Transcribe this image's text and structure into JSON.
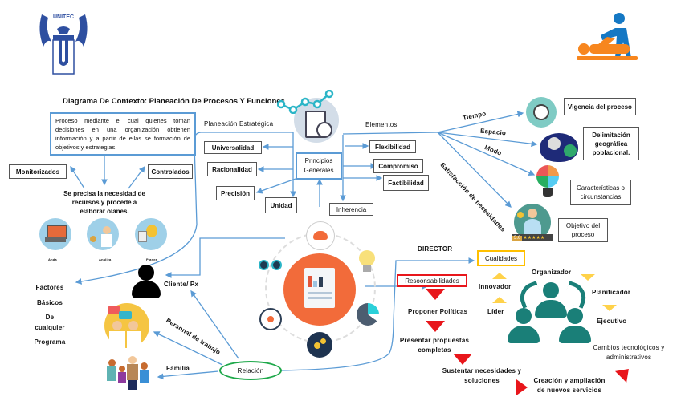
{
  "title": "Diagrama De Contexto: Planeación De Procesos Y Funciones",
  "logo": {
    "text": "UNITEC"
  },
  "definition": "Proceso mediante el cual  quienes toman decisiones en una organización obtienen información y a partir de ellas se formación de objetivos y estrategias.",
  "left_branch": {
    "monitorizados": "Monitorizados",
    "controlados": "Controlados",
    "need_text": "Se precisa la necesidad de recursos y procede a elaborar olanes.",
    "icons": [
      {
        "label": "Anda"
      },
      {
        "label": "Analiza"
      },
      {
        "label": "Planea"
      }
    ]
  },
  "factores": [
    "Factores",
    "Básicos",
    "De",
    "cualquier",
    "Programa"
  ],
  "planeacion": {
    "label": "Planeación Estratégica",
    "items": [
      "Universalidad",
      "Racionalidad",
      "Precisión",
      "Unidad"
    ]
  },
  "principios": {
    "label": "Principios Generales"
  },
  "elementos": {
    "label": "Elementos",
    "items": [
      "Flexibilidad",
      "Compromiso",
      "Factibilidad",
      "Inherencia"
    ]
  },
  "dimensiones": [
    {
      "arrow_label": "Tiempo",
      "box": "Vigencia del proceso"
    },
    {
      "arrow_label": "Espacio",
      "box": "Delimitación geográfica poblacional."
    },
    {
      "arrow_label": "Modo",
      "box": "Características o circunstancias"
    },
    {
      "arrow_label": "Satisfacción de necesidades",
      "box": "Objetivo del proceso"
    }
  ],
  "rating": {
    "value": "5.0",
    "stars": 5
  },
  "cliente": "Cliente/ Px",
  "relacion": {
    "label": "Relación",
    "personal": "Personal de trabajo",
    "familia": "Familia"
  },
  "director": {
    "label": "DIRECTOR",
    "responsabilidades": "Resoonsabilidades",
    "steps": [
      "Proponer Políticas",
      "Presentar propuestas completas",
      "Sustentar necesidades  y soluciones",
      "Creación y ampliación de nuevos servicios",
      "Cambios tecnológicos y administrativos"
    ],
    "cualidades": "Cualidades",
    "qualities": [
      "Innovador",
      "Líder",
      "Organizador",
      "Planificador",
      "Ejecutivo"
    ]
  },
  "colors": {
    "line": "#5b9bd5",
    "orange": "#f26b3a",
    "teal": "#1a7f78",
    "red": "#e8161b",
    "yellow": "#ffc000",
    "green": "#1ea84a",
    "blue_logo": "#2e4fa0"
  }
}
